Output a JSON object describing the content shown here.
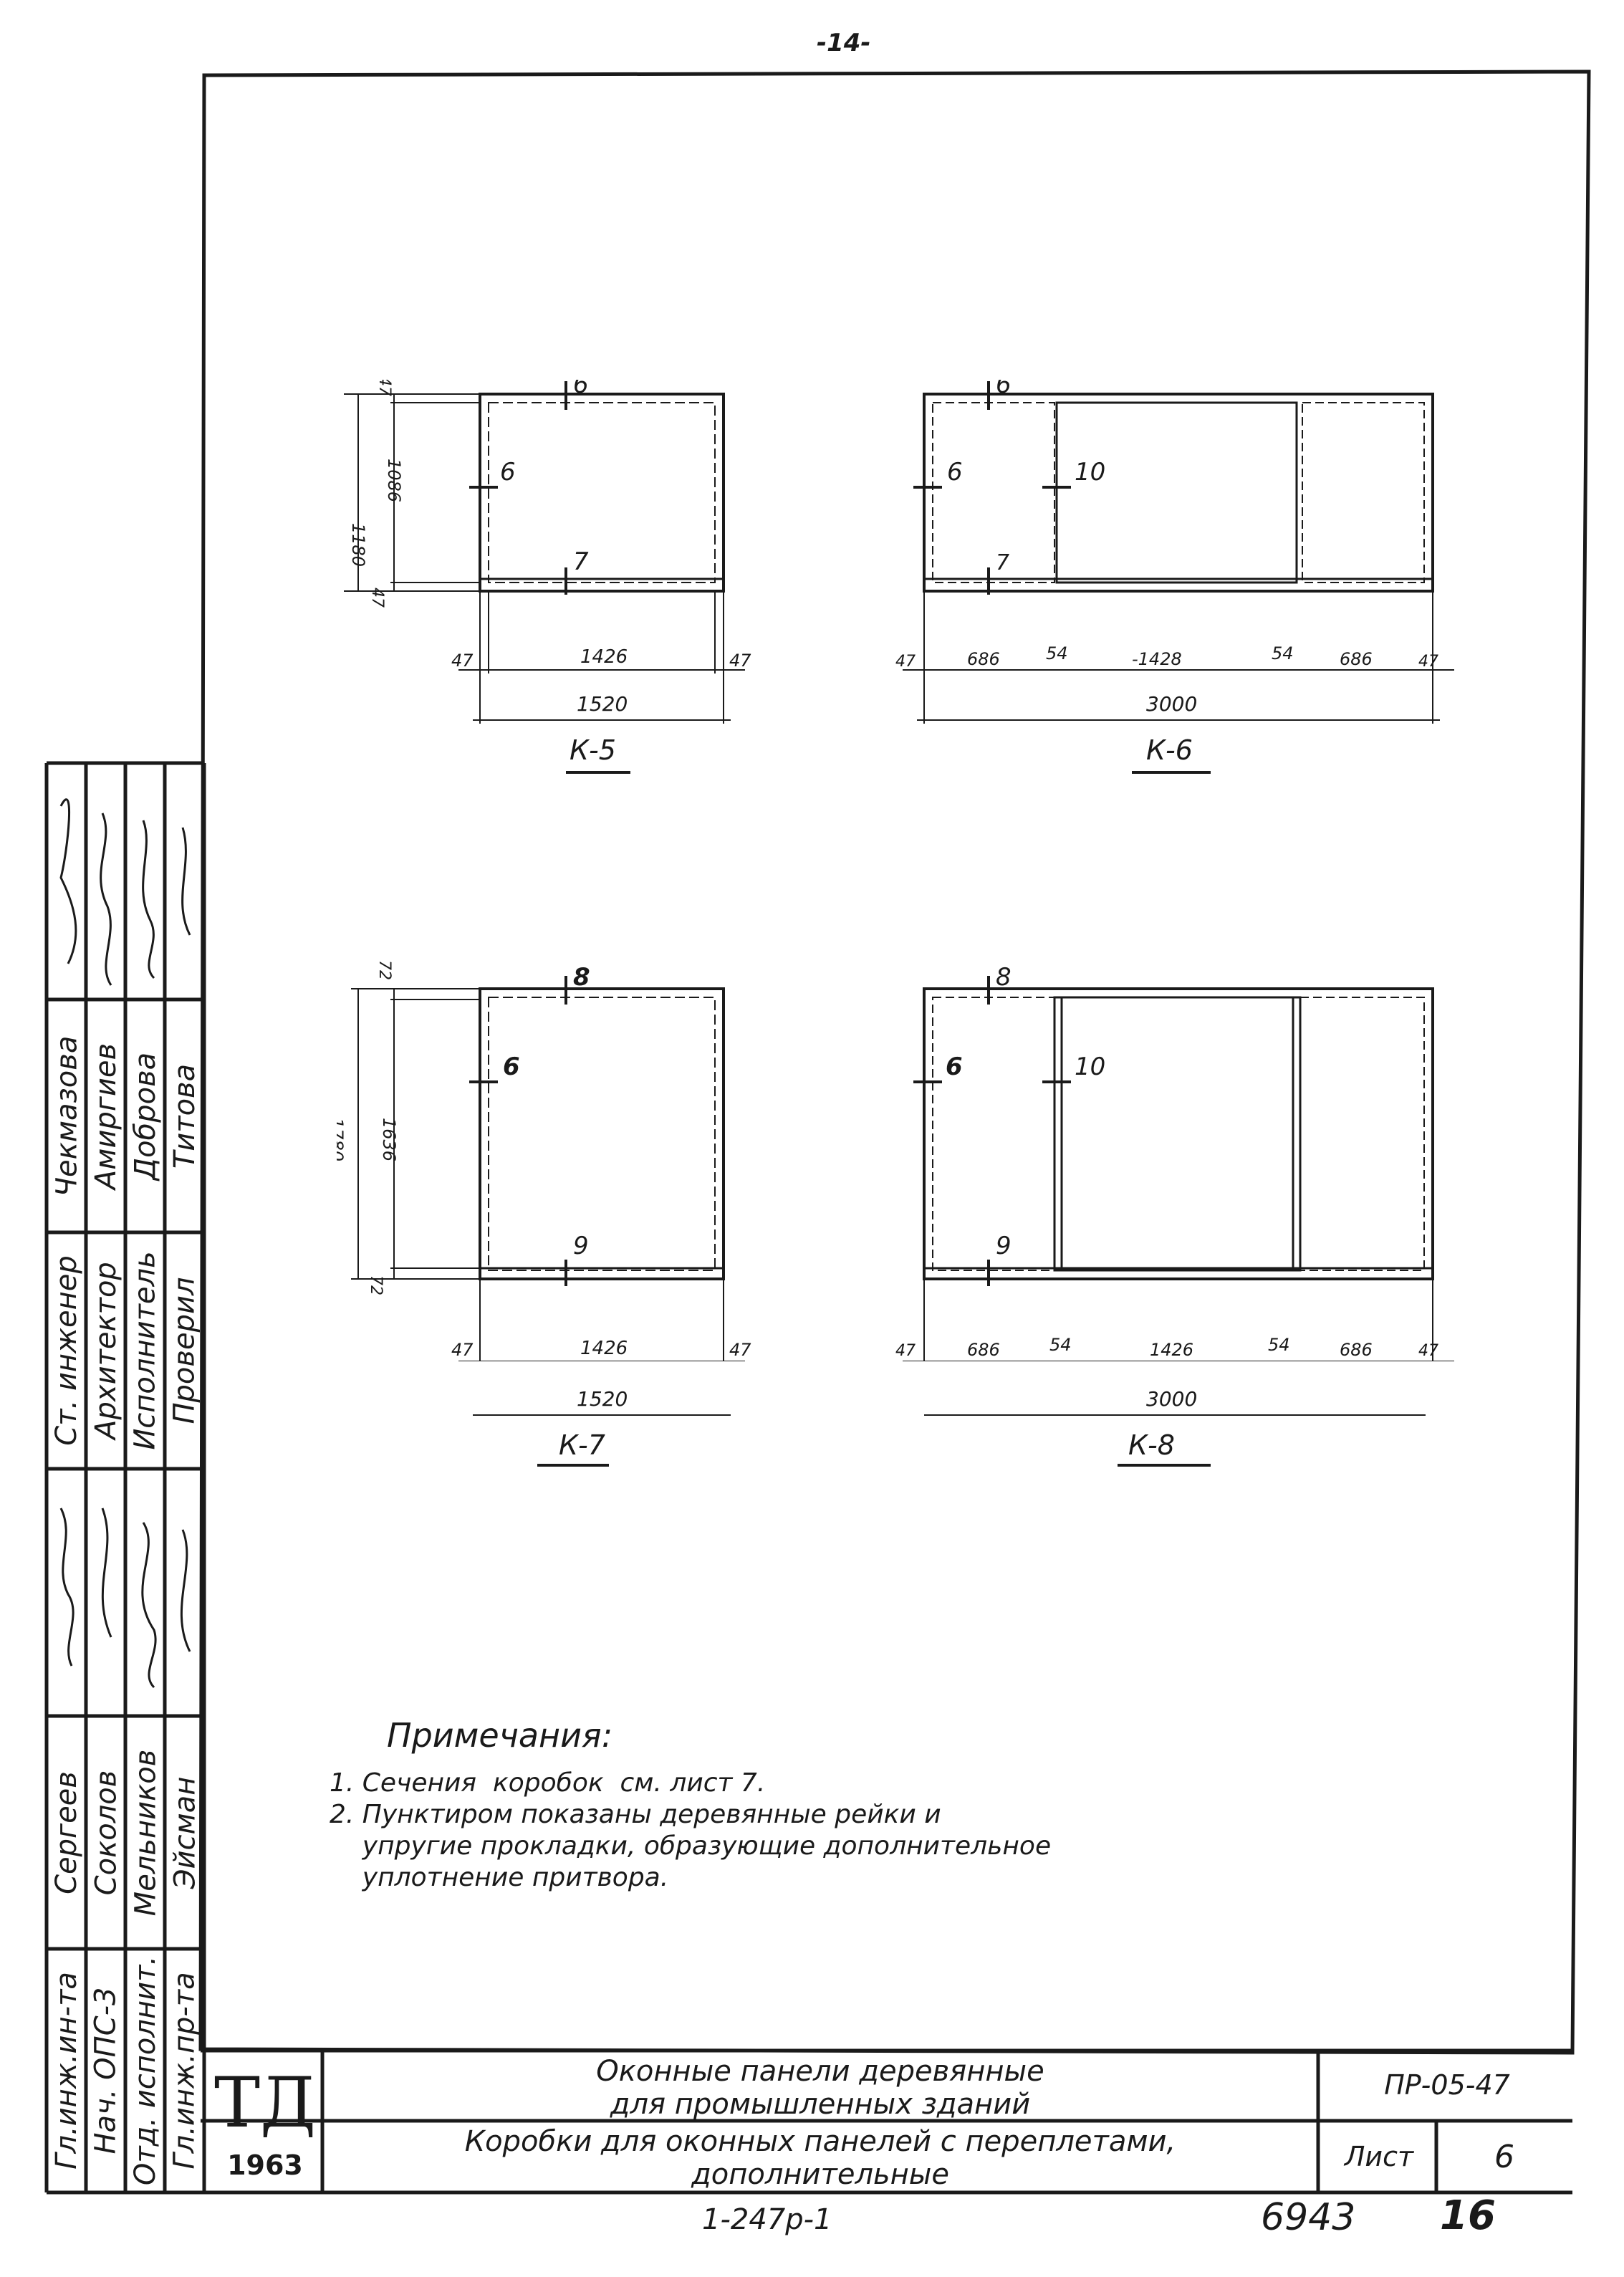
{
  "page_number": "-14-",
  "drawings": [
    {
      "id": "K-5",
      "label": "К-5",
      "top_markers": [
        "6"
      ],
      "mid_markers": [
        "6"
      ],
      "bottom_markers": [
        "7"
      ],
      "height_dims": {
        "outer": "1180",
        "inner": "1086",
        "top": "47",
        "bottom": "47"
      },
      "width_dims": {
        "left": "47",
        "right": "47",
        "segments": [
          "1426"
        ],
        "total": "1520"
      }
    },
    {
      "id": "K-6",
      "label": "К-6",
      "top_markers": [
        "6"
      ],
      "mid_markers": [
        "6",
        "10"
      ],
      "bottom_markers": [
        "7"
      ],
      "width_dims": {
        "left": "47",
        "right": "47",
        "segments": [
          "686",
          "54",
          "-1428",
          "54",
          "686"
        ],
        "total": "3000"
      }
    },
    {
      "id": "K-7",
      "label": "К-7",
      "top_markers": [
        "8"
      ],
      "mid_markers": [
        "6"
      ],
      "bottom_markers": [
        "9"
      ],
      "height_dims": {
        "outer": "1780",
        "inner": "1636",
        "top": "72",
        "bottom": "72"
      },
      "width_dims": {
        "left": "47",
        "right": "47",
        "segments": [
          "1426"
        ],
        "total": "1520"
      }
    },
    {
      "id": "K-8",
      "label": "К-8",
      "top_markers": [
        "8"
      ],
      "mid_markers": [
        "6",
        "10"
      ],
      "bottom_markers": [
        "9"
      ],
      "width_dims": {
        "left": "47",
        "right": "47",
        "segments": [
          "686",
          "54",
          "1426",
          "54",
          "686"
        ],
        "total": "3000"
      }
    }
  ],
  "notes": {
    "heading": "Примечания:",
    "lines": [
      "1. Сечения  коробок  см. лист 7.",
      "2. Пунктиром показаны деревянные рейки и",
      "    упругие прокладки, образующие дополнительное",
      "    уплотнение притвора."
    ]
  },
  "title_block": {
    "logo": "ТД",
    "year": "1963",
    "title_line1": "Оконные  панели  деревянные",
    "title_line2": "для   промышленных зданий",
    "subtitle_line1": "Коробки для оконных панелей с переплетами,",
    "subtitle_line2": "дополнительные",
    "code": "ПР-05-47",
    "sheet_label": "Лист",
    "sheet_number": "6"
  },
  "footer": {
    "series": "1-247р-1",
    "number": "6943",
    "page": "16"
  },
  "side_block": {
    "roles_left": [
      "Гл.инж.ин-та",
      "Нач. ОПС-3",
      "Отд. исполнит.",
      "Гл.инж.пр-та"
    ],
    "names_left": [
      "Сергеев",
      "Соколов",
      "Мельников",
      "Эйсман"
    ],
    "roles_right": [
      "Ст. инженер",
      "Архитектор",
      "Исполнитель",
      "Проверил"
    ],
    "names_right": [
      "Чекмазова",
      "Амиргиев",
      "Доброва",
      "Титова"
    ]
  }
}
